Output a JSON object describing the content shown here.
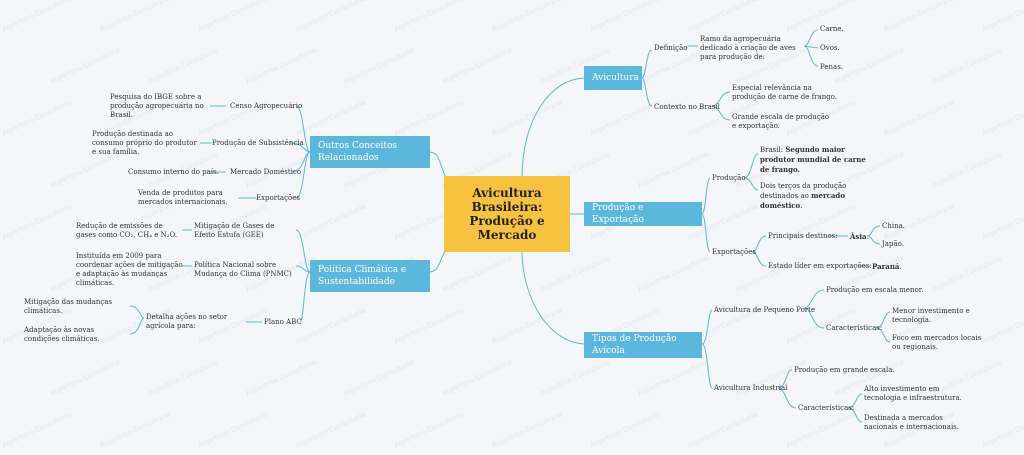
{
  "watermark": "Algoritmo Consultoria",
  "center": "Avicultura Brasileira: Produção e Mercado",
  "colors": {
    "center": "#f7c240",
    "branch": "#5bb7dc",
    "line": "#5bb7dc",
    "text": "#333333"
  },
  "avicultura": {
    "label": "Avicultura",
    "definicao": "Definição",
    "definicao_text": "Ramo da agropecuária dedicado à criação de aves para produção de:",
    "items": [
      "Carne.",
      "Ovos.",
      "Penas."
    ],
    "contexto": "Contexto no Brasil",
    "contexto_items": [
      "Especial relevância na produção de carne de frango.",
      "Grande escala de produção e exportação."
    ]
  },
  "producao_exportacao": {
    "label": "Produção e Exportação",
    "producao": "Produção",
    "producao_1_prefix": "Brasil: ",
    "producao_1_bold": "Segundo maior produtor mundial de carne de frango.",
    "producao_2_prefix": "Dois terços da produção destinados ao ",
    "producao_2_bold": "mercado doméstico",
    "producao_2_suffix": ".",
    "exportacoes": "Exportações",
    "destinos": "Principais destinos:",
    "asia_bold": "Ásia",
    "asia_suffix": ":",
    "asia_items": [
      "China.",
      "Japão."
    ],
    "estado": "Estado líder em exportações:",
    "parana_bold": "Paraná",
    "parana_suffix": "."
  },
  "tipos": {
    "label": "Tipos de Produção Avícola",
    "pequeno": "Avicultura de Pequeno Porte",
    "pequeno_1": "Produção em escala menor.",
    "pequeno_car": "Características:",
    "pequeno_car_items": [
      "Menor investimento e tecnologia.",
      "Foco em mercados locais ou regionais."
    ],
    "industrial": "Avicultura Industrial",
    "industrial_1": "Produção em grande escala.",
    "industrial_car": "Características:",
    "industrial_car_items": [
      "Alto investimento em tecnologia e infraestrutura.",
      "Destinada a mercados nacionais e internacionais."
    ]
  },
  "outros": {
    "label": "Outros Conceitos Relacionados",
    "censo": "Censo Agropecuário",
    "censo_text": "Pesquisa do IBGE sobre a produção agropecuária no Brasil.",
    "subsistencia": "Produção de Subsistência",
    "subsistencia_text": "Produção destinada ao consumo próprio do produtor e sua família.",
    "domestico": "Mercado Doméstico",
    "domestico_text": "Consumo interno do país.",
    "exportacoes": "Exportações",
    "exportacoes_text": "Venda de produtos para mercados internacionais."
  },
  "politica": {
    "label": "Política Climática e Sustentabilidade",
    "gee": "Mitigação de Gases de Efeito Estufa (GEE)",
    "gee_text": "Redução de emissões de gases como CO₂, CH₄ e N₂O.",
    "pnmc": "Política Nacional sobre Mudança do Clima (PNMC)",
    "pnmc_text": "Instituída em 2009 para coordenar ações de mitigação e adaptação às mudanças climáticas.",
    "abc": "Plano ABC",
    "abc_text": "Detalha ações no setor agrícola para:",
    "abc_items": [
      "Mitigação das mudanças climáticas.",
      "Adaptação às novas condições climáticas."
    ]
  }
}
